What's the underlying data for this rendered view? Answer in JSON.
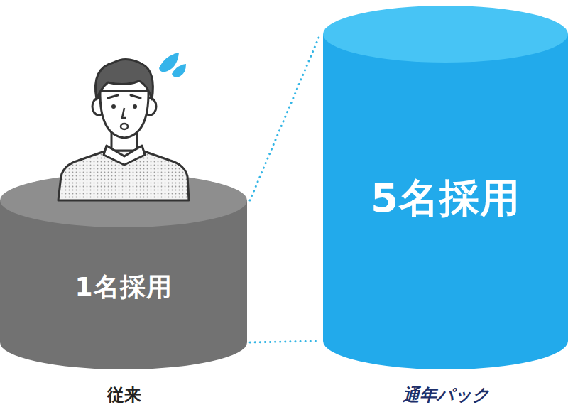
{
  "diagram": {
    "nodes": [
      {
        "text": [
          "1名採用"
        ]
      },
      {
        "text": [
          "5名採用"
        ]
      }
    ],
    "edges": [
      {
        "from": 0,
        "to": 1,
        "arrow": "none"
      },
      {
        "from": 0,
        "to": 1,
        "arrow": "none"
      }
    ],
    "labels": [
      "従来",
      "通年パック"
    ]
  }
}
